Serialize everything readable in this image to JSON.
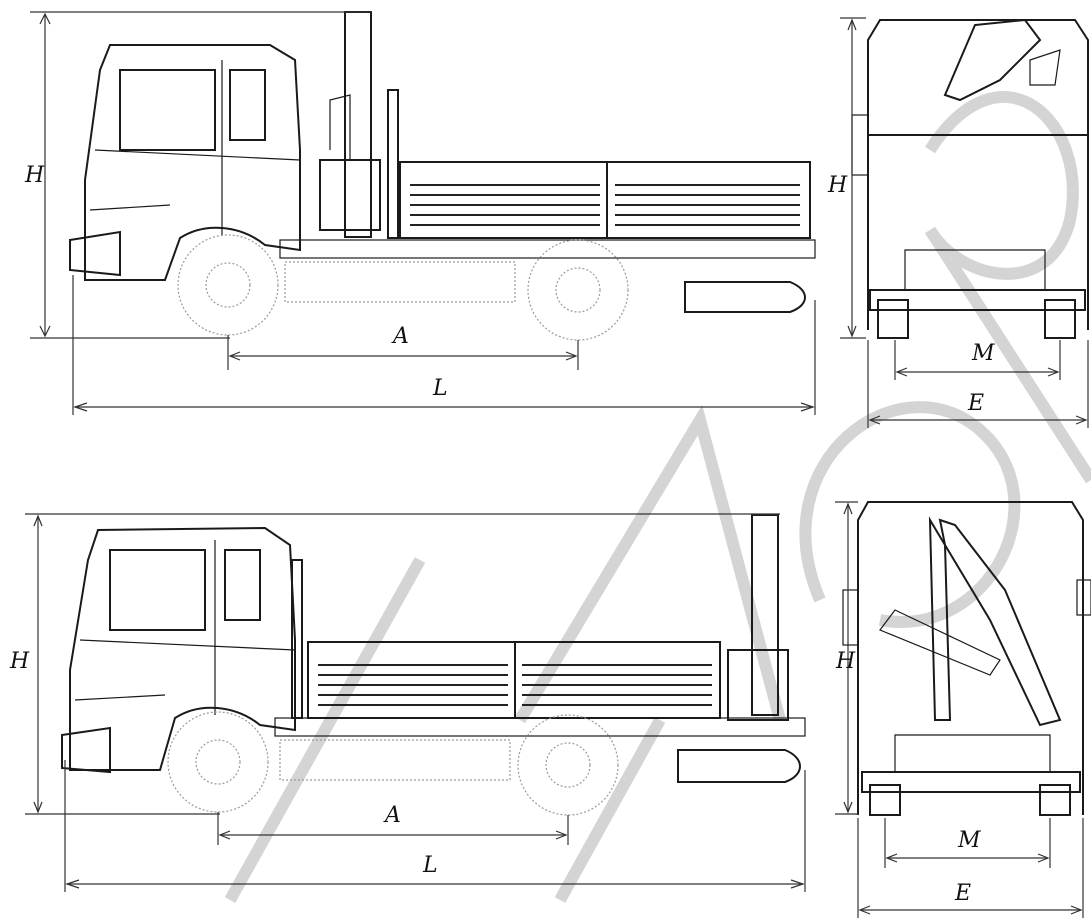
{
  "labels": {
    "height": "H",
    "wheelbase": "A",
    "length": "L",
    "track": "M",
    "width": "E"
  },
  "views": [
    {
      "name": "side-view-crane-behind-cab"
    },
    {
      "name": "rear-view-crane-behind-cab"
    },
    {
      "name": "side-view-crane-at-rear"
    },
    {
      "name": "rear-view-crane-at-rear"
    }
  ],
  "colors": {
    "line": "#1a1a1a",
    "watermark": "#cfcfcf",
    "background": "#ffffff"
  },
  "watermark": {
    "text": "STAUTO.RU",
    "rendered_as": "graphic"
  }
}
